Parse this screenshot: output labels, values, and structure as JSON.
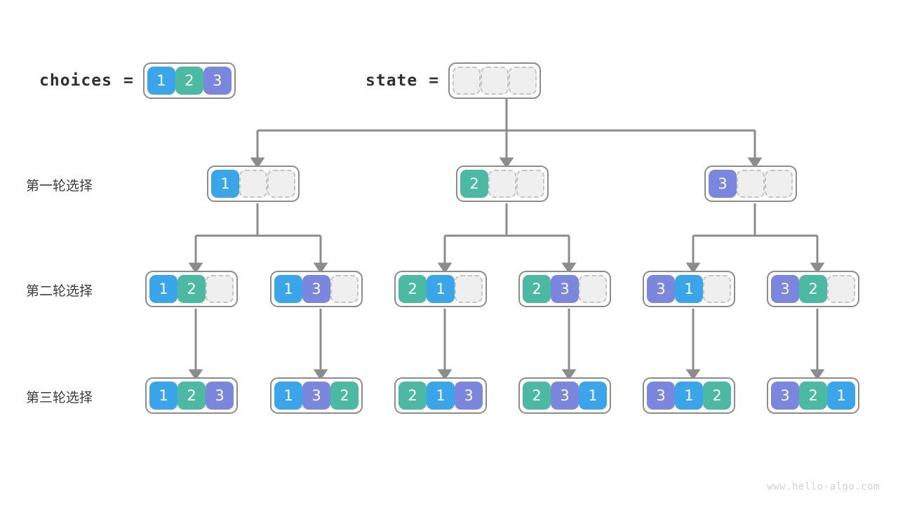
{
  "watermark": "www.hello-algo.com",
  "header": {
    "choices": {
      "label": "choices",
      "equals": "=",
      "cells": [
        "1",
        "2",
        "3"
      ]
    },
    "state": {
      "label": "state",
      "equals": "=",
      "cells": [
        "",
        "",
        ""
      ]
    }
  },
  "rows": [
    {
      "label": "第一轮选择",
      "nodes": [
        {
          "cells": [
            "1",
            "",
            ""
          ]
        },
        {
          "cells": [
            "2",
            "",
            ""
          ]
        },
        {
          "cells": [
            "3",
            "",
            ""
          ]
        }
      ]
    },
    {
      "label": "第二轮选择",
      "nodes": [
        {
          "cells": [
            "1",
            "2",
            ""
          ]
        },
        {
          "cells": [
            "1",
            "3",
            ""
          ]
        },
        {
          "cells": [
            "2",
            "1",
            ""
          ]
        },
        {
          "cells": [
            "2",
            "3",
            ""
          ]
        },
        {
          "cells": [
            "3",
            "1",
            ""
          ]
        },
        {
          "cells": [
            "3",
            "2",
            ""
          ]
        }
      ]
    },
    {
      "label": "第三轮选择",
      "nodes": [
        {
          "cells": [
            "1",
            "2",
            "3"
          ]
        },
        {
          "cells": [
            "1",
            "3",
            "2"
          ]
        },
        {
          "cells": [
            "2",
            "1",
            "3"
          ]
        },
        {
          "cells": [
            "2",
            "3",
            "1"
          ]
        },
        {
          "cells": [
            "3",
            "1",
            "2"
          ]
        },
        {
          "cells": [
            "3",
            "2",
            "1"
          ]
        }
      ]
    }
  ],
  "colors": {
    "value_1": "#3aa5e8",
    "value_2": "#4cb9a2",
    "value_3": "#7b86dd",
    "empty_fill": "#efefef",
    "empty_border": "#c4c4c4",
    "node_border": "#8c8c8c",
    "edge": "#8c8c8c",
    "text": "#3b3b3b",
    "watermark": "#d2d2d2"
  },
  "layout": {
    "node_centers_row1": [
      367,
      722,
      1076
    ],
    "node_centers_row2": [
      279,
      457,
      634,
      811,
      988,
      1165
    ],
    "node_centers_row3": [
      279,
      457,
      634,
      811,
      988,
      1165
    ],
    "row_y": {
      "header": 112,
      "row1": 262,
      "row2": 412,
      "row3": 564
    }
  }
}
